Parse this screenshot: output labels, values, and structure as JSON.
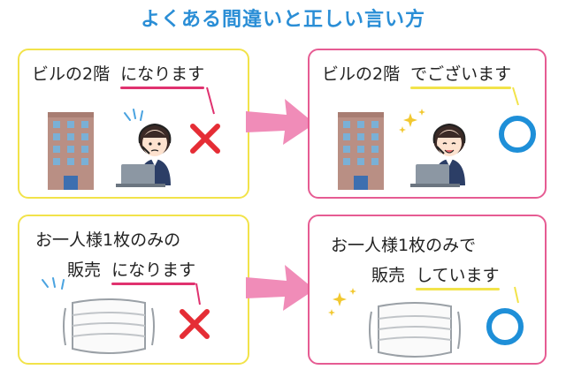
{
  "title": "よくある間違いと正しい言い方",
  "rows": [
    {
      "bad": {
        "line1": "ビルの2階",
        "highlight": "になります",
        "mark": "cross-icon"
      },
      "good": {
        "line1": "ビルの2階",
        "highlight": "でございます",
        "mark": "circle-icon"
      }
    },
    {
      "bad": {
        "line1": "お一人様1枚のみの",
        "line2": "販売",
        "highlight": "になります",
        "mark": "cross-icon"
      },
      "good": {
        "line1": "お一人様1枚のみで",
        "line2": "販売",
        "highlight": "しています",
        "mark": "circle-icon"
      }
    }
  ],
  "colors": {
    "title": "#2a8ed6",
    "bad_border": "#f2e34a",
    "good_border": "#e65c93",
    "bad_underline": "#e0326f",
    "good_underline": "#f2e34a",
    "arrow": "#f08cb8",
    "cross": "#e52d35",
    "circle": "#1e8fd8"
  }
}
